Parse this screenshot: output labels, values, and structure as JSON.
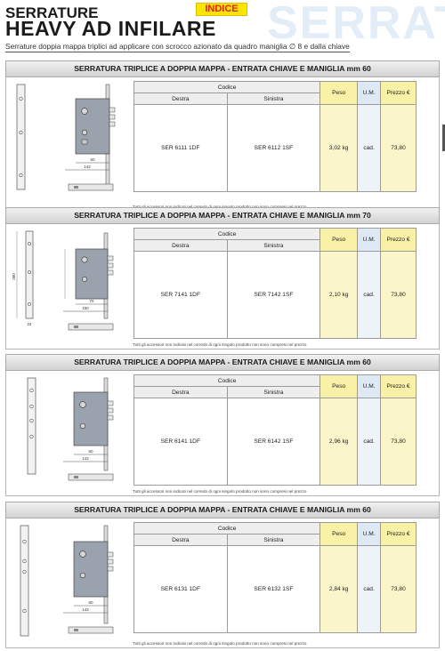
{
  "header": {
    "title_line1": "SERRATURE",
    "title_line2": "HEAVY AD INFILARE",
    "indice": "INDICE",
    "watermark": "SERRAT",
    "subtitle": "Serrature doppia mappa triplici ad applicare con scrocco azionato da quadro maniglia ∅ 8 e dalla chiave"
  },
  "table_headers": {
    "codice": "Codice",
    "destra": "Destra",
    "sinistra": "Sinistra",
    "peso": "Peso",
    "um": "U.M.",
    "prezzo": "Prezzo €"
  },
  "footnote": "Tutti gli accessori non indicati nel corredo di ogni singolo prodotto non sono compresi nel prezzo",
  "sections": [
    {
      "title": "SERRATURA TRIPLICE A DOPPIA MAPPA - ENTRATA CHIAVE E MANIGLIA mm 60",
      "destra": "SER 6111 1DF",
      "sinistra": "SER 6112 1SF",
      "peso": "3,02 kg",
      "um": "cad.",
      "prezzo": "73,80",
      "dims": [
        "60",
        "142"
      ]
    },
    {
      "title": "SERRATURA TRIPLICE A DOPPIA MAPPA - ENTRATA CHIAVE E MANIGLIA mm 70",
      "destra": "SER 7141 1DF",
      "sinistra": "SER 7142 1SF",
      "peso": "2,10 kg",
      "um": "cad.",
      "prezzo": "73,80",
      "dims": [
        "70",
        "150",
        "360",
        "24"
      ]
    },
    {
      "title": "SERRATURA TRIPLICE A DOPPIA MAPPA - ENTRATA CHIAVE E MANIGLIA mm 60",
      "destra": "SER 6141 1DF",
      "sinistra": "SER 6142 1SF",
      "peso": "2,96 kg",
      "um": "cad.",
      "prezzo": "73,80",
      "dims": [
        "60",
        "142"
      ]
    },
    {
      "title": "SERRATURA TRIPLICE A DOPPIA MAPPA - ENTRATA CHIAVE E MANIGLIA mm 60",
      "destra": "SER 6131 1DF",
      "sinistra": "SER 6132 1SF",
      "peso": "2,84 kg",
      "um": "cad.",
      "prezzo": "73,80",
      "dims": [
        "60",
        "142"
      ]
    }
  ]
}
